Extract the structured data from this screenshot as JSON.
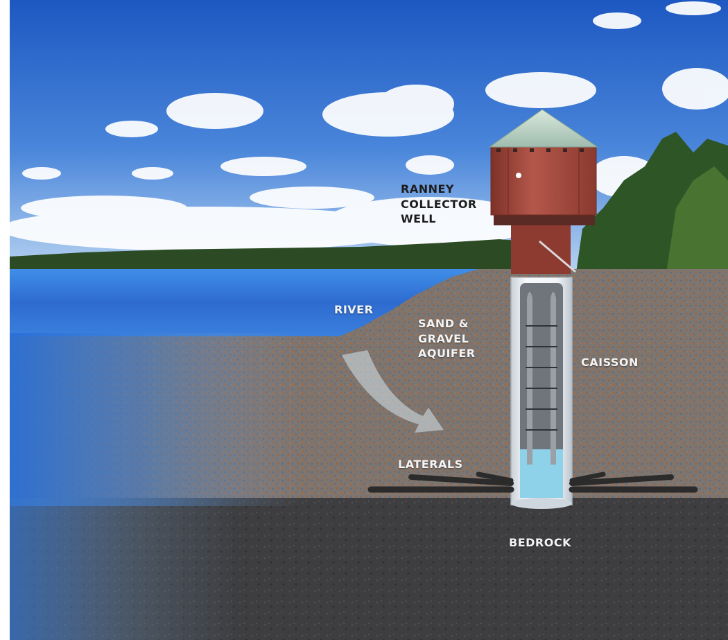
{
  "labels": {
    "well": "RANNEY\nCOLLECTOR\nWELL",
    "river": "RIVER",
    "aquifer": "SAND &\nGRAVEL\nAQUIFER",
    "caisson": "CAISSON",
    "laterals": "LATERALS",
    "bedrock": "BEDROCK"
  },
  "colors": {
    "sky_top": "#1f5fc8",
    "sky_bottom": "#a9c9ef",
    "tree_line": "#2a4a22",
    "river_water": "#2d6fd2",
    "aquifer": "#7f7670",
    "aquifer_speckle": "#a8714a",
    "bedrock": "#3e3e40",
    "tower_brick": "#a0473c",
    "tower_roof": "#b8d0c2",
    "caisson": "#e9eef2",
    "well_water": "#8fd3ea",
    "flow_arrow": "#d5e3ea"
  },
  "icons": [
    "collector-tower-illustration",
    "flow-arrow",
    "lateral-pipes"
  ]
}
